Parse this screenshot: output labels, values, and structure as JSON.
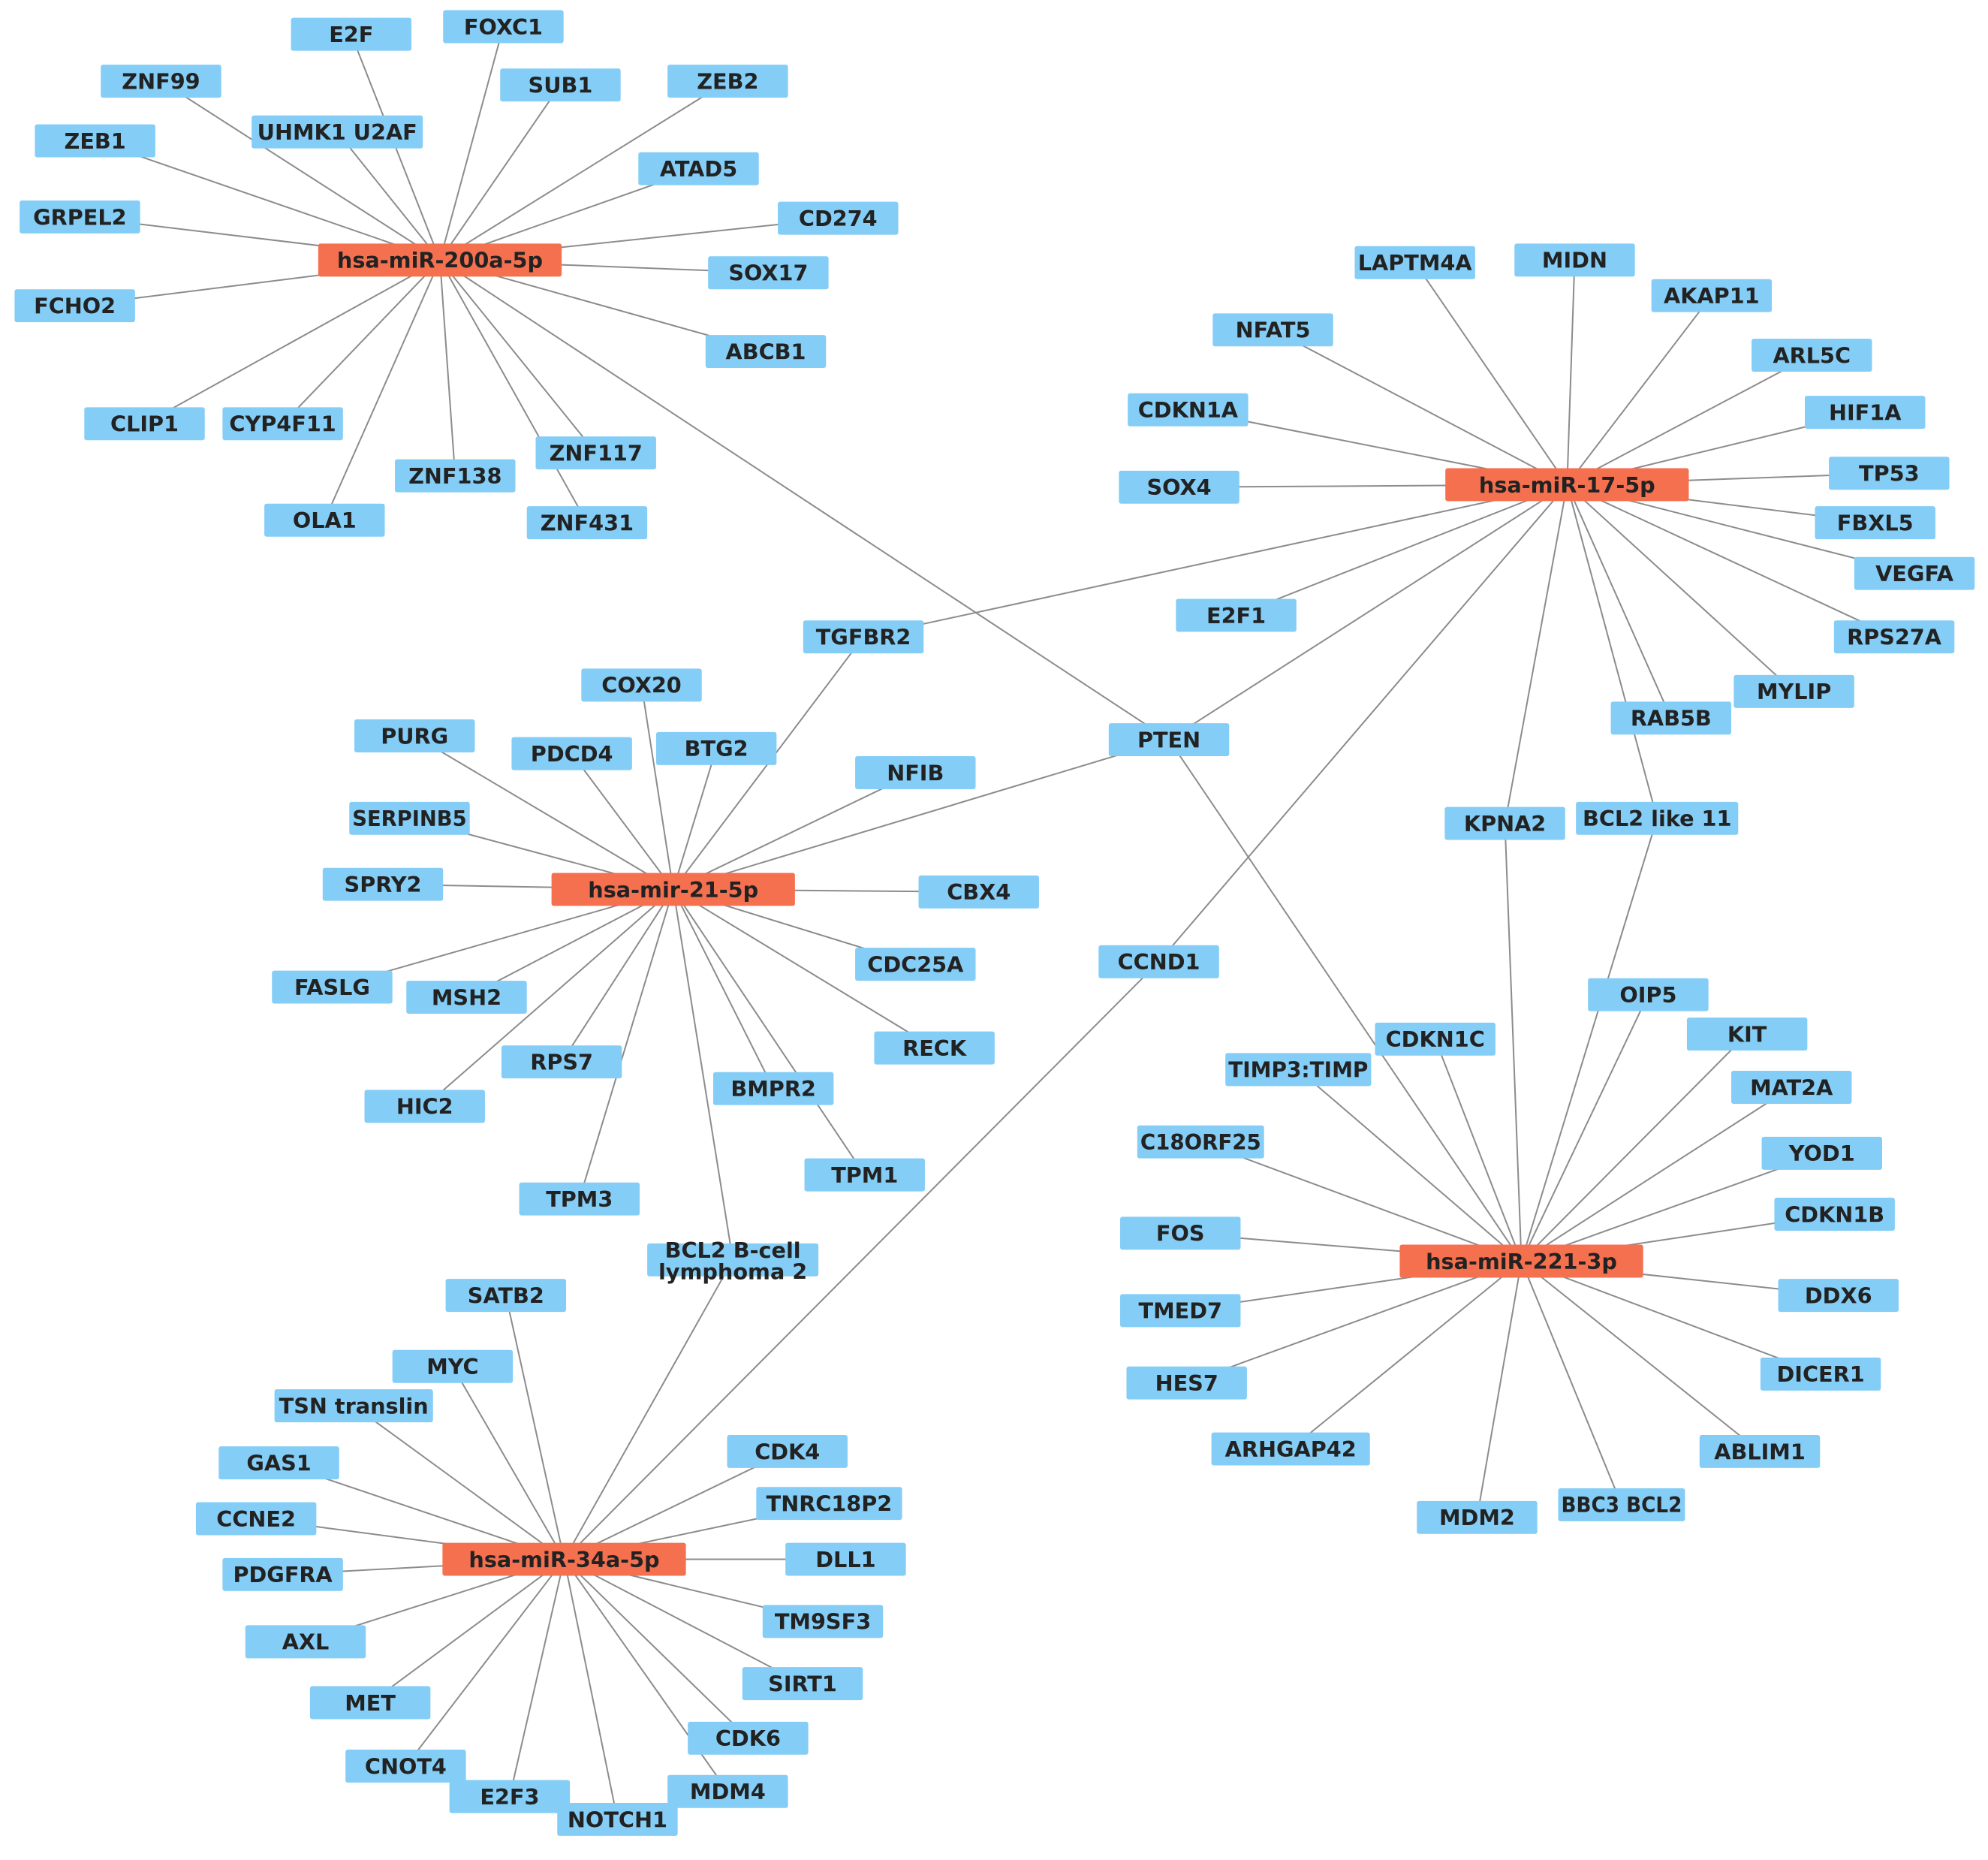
{
  "colors": {
    "mirna_node": "#f4704f",
    "gene_node": "#84cdf6",
    "edge": "#8c8c8c",
    "text": "#222222"
  },
  "hubs": [
    {
      "id": "mir200a",
      "label": "hsa-miR-200a-5p"
    },
    {
      "id": "mir17",
      "label": "hsa-miR-17-5p"
    },
    {
      "id": "mir21",
      "label": "hsa-mir-21-5p"
    },
    {
      "id": "mir221",
      "label": "hsa-miR-221-3p"
    },
    {
      "id": "mir34a",
      "label": "hsa-miR-34a-5p"
    }
  ],
  "genes": [
    {
      "id": "E2F",
      "label": "E2F"
    },
    {
      "id": "FOXC1",
      "label": "FOXC1"
    },
    {
      "id": "ZNF99",
      "label": "ZNF99"
    },
    {
      "id": "SUB1",
      "label": "SUB1"
    },
    {
      "id": "ZEB2",
      "label": "ZEB2"
    },
    {
      "id": "ZEB1",
      "label": "ZEB1"
    },
    {
      "id": "UHMK1",
      "label": "UHMK1 U2AF"
    },
    {
      "id": "ATAD5",
      "label": "ATAD5"
    },
    {
      "id": "GRPEL2",
      "label": "GRPEL2"
    },
    {
      "id": "CD274",
      "label": "CD274"
    },
    {
      "id": "SOX17",
      "label": "SOX17"
    },
    {
      "id": "FCHO2",
      "label": "FCHO2"
    },
    {
      "id": "ABCB1",
      "label": "ABCB1"
    },
    {
      "id": "CLIP1",
      "label": "CLIP1"
    },
    {
      "id": "CYP4F11",
      "label": "CYP4F11"
    },
    {
      "id": "ZNF117",
      "label": "ZNF117"
    },
    {
      "id": "ZNF138",
      "label": "ZNF138"
    },
    {
      "id": "OLA1",
      "label": "OLA1"
    },
    {
      "id": "ZNF431",
      "label": "ZNF431"
    },
    {
      "id": "LAPTM4A",
      "label": "LAPTM4A"
    },
    {
      "id": "MIDN",
      "label": "MIDN"
    },
    {
      "id": "AKAP11",
      "label": "AKAP11"
    },
    {
      "id": "NFAT5",
      "label": "NFAT5"
    },
    {
      "id": "ARL5C",
      "label": "ARL5C"
    },
    {
      "id": "CDKN1A",
      "label": "CDKN1A"
    },
    {
      "id": "HIF1A",
      "label": "HIF1A"
    },
    {
      "id": "SOX4",
      "label": "SOX4"
    },
    {
      "id": "TP53",
      "label": "TP53"
    },
    {
      "id": "FBXL5",
      "label": "FBXL5"
    },
    {
      "id": "VEGFA",
      "label": "VEGFA"
    },
    {
      "id": "E2F1",
      "label": "E2F1"
    },
    {
      "id": "RPS27A",
      "label": "RPS27A"
    },
    {
      "id": "TGFBR2",
      "label": "TGFBR2"
    },
    {
      "id": "MYLIP",
      "label": "MYLIP"
    },
    {
      "id": "RAB5B",
      "label": "RAB5B"
    },
    {
      "id": "PTEN",
      "label": "PTEN"
    },
    {
      "id": "KPNA2",
      "label": "KPNA2"
    },
    {
      "id": "BCL2L11",
      "label": "BCL2 like 11"
    },
    {
      "id": "COX20",
      "label": "COX20"
    },
    {
      "id": "PURG",
      "label": "PURG"
    },
    {
      "id": "PDCD4",
      "label": "PDCD4"
    },
    {
      "id": "BTG2",
      "label": "BTG2"
    },
    {
      "id": "NFIB",
      "label": "NFIB"
    },
    {
      "id": "SERPINB5",
      "label": "SERPINB5"
    },
    {
      "id": "SPRY2",
      "label": "SPRY2"
    },
    {
      "id": "CBX4",
      "label": "CBX4"
    },
    {
      "id": "CDC25A",
      "label": "CDC25A"
    },
    {
      "id": "FASLG",
      "label": "FASLG"
    },
    {
      "id": "MSH2",
      "label": "MSH2"
    },
    {
      "id": "CCND1",
      "label": "CCND1"
    },
    {
      "id": "RECK",
      "label": "RECK"
    },
    {
      "id": "RPS7",
      "label": "RPS7"
    },
    {
      "id": "HIC2",
      "label": "HIC2"
    },
    {
      "id": "BMPR2",
      "label": "BMPR2"
    },
    {
      "id": "TPM1",
      "label": "TPM1"
    },
    {
      "id": "TPM3",
      "label": "TPM3"
    },
    {
      "id": "BCL2",
      "label": "BCL2 B-cell lymphoma 2"
    },
    {
      "id": "OIP5",
      "label": "OIP5"
    },
    {
      "id": "KIT",
      "label": "KIT"
    },
    {
      "id": "CDKN1C",
      "label": "CDKN1C"
    },
    {
      "id": "TIMP3",
      "label": "TIMP3:TIMP"
    },
    {
      "id": "MAT2A",
      "label": "MAT2A"
    },
    {
      "id": "C18ORF25",
      "label": "C18ORF25"
    },
    {
      "id": "YOD1",
      "label": "YOD1"
    },
    {
      "id": "CDKN1B",
      "label": "CDKN1B"
    },
    {
      "id": "FOS",
      "label": "FOS"
    },
    {
      "id": "DDX6",
      "label": "DDX6"
    },
    {
      "id": "TMED7",
      "label": "TMED7"
    },
    {
      "id": "HES7",
      "label": "HES7"
    },
    {
      "id": "DICER1",
      "label": "DICER1"
    },
    {
      "id": "ARHGAP42",
      "label": "ARHGAP42"
    },
    {
      "id": "ABLIM1",
      "label": "ABLIM1"
    },
    {
      "id": "BBC3",
      "label": "BBC3 BCL2"
    },
    {
      "id": "MDM2",
      "label": "MDM2"
    },
    {
      "id": "SATB2",
      "label": "SATB2"
    },
    {
      "id": "MYC",
      "label": "MYC"
    },
    {
      "id": "TSN",
      "label": "TSN translin"
    },
    {
      "id": "GAS1",
      "label": "GAS1"
    },
    {
      "id": "CDK4",
      "label": "CDK4"
    },
    {
      "id": "TNRC18P2",
      "label": "TNRC18P2"
    },
    {
      "id": "CCNE2",
      "label": "CCNE2"
    },
    {
      "id": "DLL1",
      "label": "DLL1"
    },
    {
      "id": "PDGFRA",
      "label": "PDGFRA"
    },
    {
      "id": "TM9SF3",
      "label": "TM9SF3"
    },
    {
      "id": "AXL",
      "label": "AXL"
    },
    {
      "id": "SIRT1",
      "label": "SIRT1"
    },
    {
      "id": "MET",
      "label": "MET"
    },
    {
      "id": "CDK6",
      "label": "CDK6"
    },
    {
      "id": "CNOT4",
      "label": "CNOT4"
    },
    {
      "id": "E2F3",
      "label": "E2F3"
    },
    {
      "id": "MDM4",
      "label": "MDM4"
    },
    {
      "id": "NOTCH1",
      "label": "NOTCH1"
    }
  ],
  "edges": [
    [
      "mir200a",
      "E2F"
    ],
    [
      "mir200a",
      "FOXC1"
    ],
    [
      "mir200a",
      "ZNF99"
    ],
    [
      "mir200a",
      "SUB1"
    ],
    [
      "mir200a",
      "ZEB2"
    ],
    [
      "mir200a",
      "ZEB1"
    ],
    [
      "mir200a",
      "UHMK1"
    ],
    [
      "mir200a",
      "ATAD5"
    ],
    [
      "mir200a",
      "GRPEL2"
    ],
    [
      "mir200a",
      "CD274"
    ],
    [
      "mir200a",
      "SOX17"
    ],
    [
      "mir200a",
      "FCHO2"
    ],
    [
      "mir200a",
      "ABCB1"
    ],
    [
      "mir200a",
      "CLIP1"
    ],
    [
      "mir200a",
      "CYP4F11"
    ],
    [
      "mir200a",
      "ZNF117"
    ],
    [
      "mir200a",
      "ZNF138"
    ],
    [
      "mir200a",
      "OLA1"
    ],
    [
      "mir200a",
      "ZNF431"
    ],
    [
      "mir200a",
      "PTEN"
    ],
    [
      "mir17",
      "LAPTM4A"
    ],
    [
      "mir17",
      "MIDN"
    ],
    [
      "mir17",
      "AKAP11"
    ],
    [
      "mir17",
      "NFAT5"
    ],
    [
      "mir17",
      "ARL5C"
    ],
    [
      "mir17",
      "CDKN1A"
    ],
    [
      "mir17",
      "HIF1A"
    ],
    [
      "mir17",
      "SOX4"
    ],
    [
      "mir17",
      "TP53"
    ],
    [
      "mir17",
      "FBXL5"
    ],
    [
      "mir17",
      "VEGFA"
    ],
    [
      "mir17",
      "E2F1"
    ],
    [
      "mir17",
      "RPS27A"
    ],
    [
      "mir17",
      "TGFBR2"
    ],
    [
      "mir17",
      "MYLIP"
    ],
    [
      "mir17",
      "RAB5B"
    ],
    [
      "mir17",
      "PTEN"
    ],
    [
      "mir17",
      "KPNA2"
    ],
    [
      "mir17",
      "BCL2L11"
    ],
    [
      "mir17",
      "CCND1"
    ],
    [
      "mir21",
      "TGFBR2"
    ],
    [
      "mir21",
      "COX20"
    ],
    [
      "mir21",
      "PURG"
    ],
    [
      "mir21",
      "PDCD4"
    ],
    [
      "mir21",
      "BTG2"
    ],
    [
      "mir21",
      "NFIB"
    ],
    [
      "mir21",
      "PTEN"
    ],
    [
      "mir21",
      "SERPINB5"
    ],
    [
      "mir21",
      "SPRY2"
    ],
    [
      "mir21",
      "CBX4"
    ],
    [
      "mir21",
      "CDC25A"
    ],
    [
      "mir21",
      "FASLG"
    ],
    [
      "mir21",
      "MSH2"
    ],
    [
      "mir21",
      "RECK"
    ],
    [
      "mir21",
      "RPS7"
    ],
    [
      "mir21",
      "HIC2"
    ],
    [
      "mir21",
      "BMPR2"
    ],
    [
      "mir21",
      "TPM1"
    ],
    [
      "mir21",
      "TPM3"
    ],
    [
      "mir21",
      "BCL2"
    ],
    [
      "mir221",
      "PTEN"
    ],
    [
      "mir221",
      "KPNA2"
    ],
    [
      "mir221",
      "BCL2L11"
    ],
    [
      "mir221",
      "OIP5"
    ],
    [
      "mir221",
      "KIT"
    ],
    [
      "mir221",
      "CDKN1C"
    ],
    [
      "mir221",
      "TIMP3"
    ],
    [
      "mir221",
      "MAT2A"
    ],
    [
      "mir221",
      "C18ORF25"
    ],
    [
      "mir221",
      "YOD1"
    ],
    [
      "mir221",
      "CDKN1B"
    ],
    [
      "mir221",
      "FOS"
    ],
    [
      "mir221",
      "DDX6"
    ],
    [
      "mir221",
      "TMED7"
    ],
    [
      "mir221",
      "HES7"
    ],
    [
      "mir221",
      "DICER1"
    ],
    [
      "mir221",
      "ARHGAP42"
    ],
    [
      "mir221",
      "ABLIM1"
    ],
    [
      "mir221",
      "BBC3"
    ],
    [
      "mir221",
      "MDM2"
    ],
    [
      "mir34a",
      "CCND1"
    ],
    [
      "mir34a",
      "BCL2"
    ],
    [
      "mir34a",
      "SATB2"
    ],
    [
      "mir34a",
      "MYC"
    ],
    [
      "mir34a",
      "TSN"
    ],
    [
      "mir34a",
      "GAS1"
    ],
    [
      "mir34a",
      "CDK4"
    ],
    [
      "mir34a",
      "TNRC18P2"
    ],
    [
      "mir34a",
      "CCNE2"
    ],
    [
      "mir34a",
      "DLL1"
    ],
    [
      "mir34a",
      "PDGFRA"
    ],
    [
      "mir34a",
      "TM9SF3"
    ],
    [
      "mir34a",
      "AXL"
    ],
    [
      "mir34a",
      "SIRT1"
    ],
    [
      "mir34a",
      "MET"
    ],
    [
      "mir34a",
      "CDK6"
    ],
    [
      "mir34a",
      "CNOT4"
    ],
    [
      "mir34a",
      "E2F3"
    ],
    [
      "mir34a",
      "MDM4"
    ],
    [
      "mir34a",
      "NOTCH1"
    ]
  ]
}
